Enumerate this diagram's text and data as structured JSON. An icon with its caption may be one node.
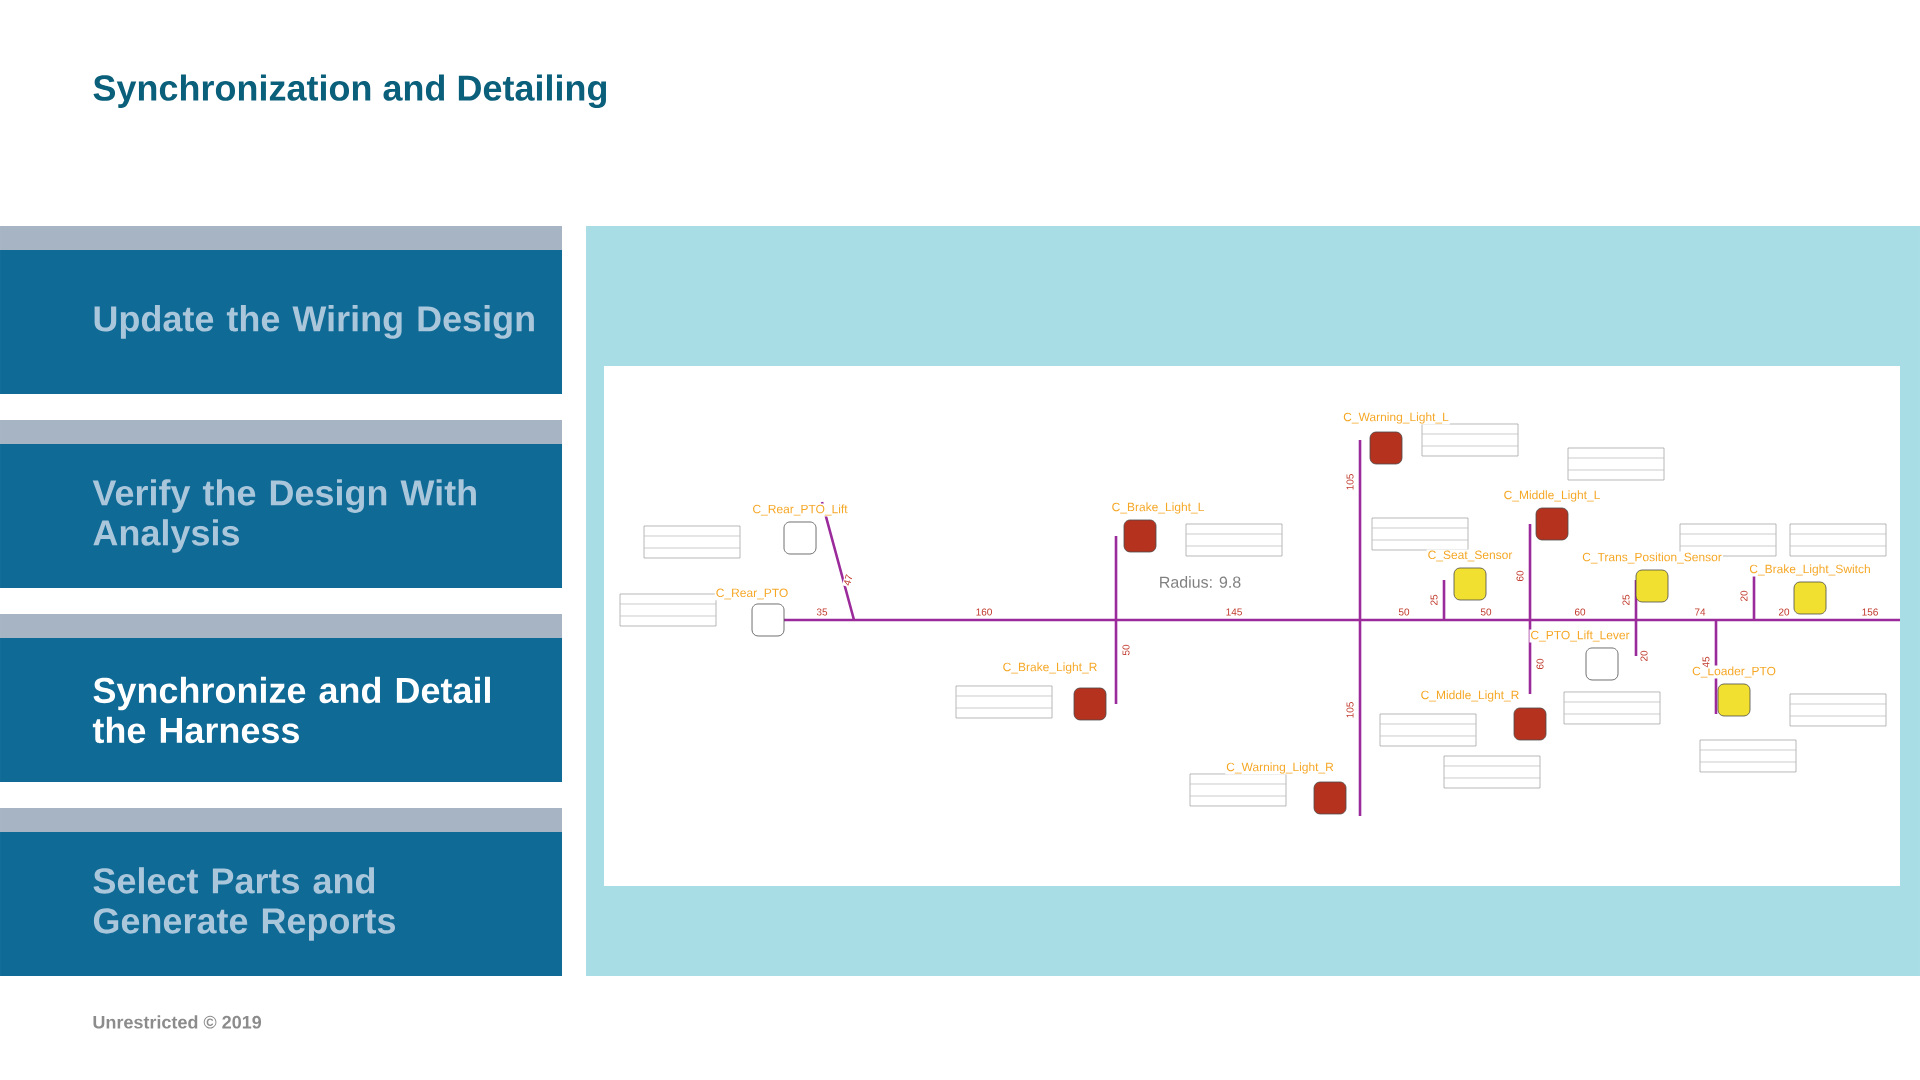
{
  "diagram": {
    "title": "Synchronization and Detailing",
    "nodes": [
      {
        "text": [
          "Update the Wiring Design"
        ]
      },
      {
        "text": [
          "Verify the Design With Analysis"
        ]
      },
      {
        "text": [
          "Synchronize and Detail the Harness"
        ]
      },
      {
        "text": [
          "Select Parts and Generate Reports"
        ]
      }
    ],
    "edges": [],
    "labels": [
      "C_Warning_Light_L",
      "C_Middle_Light_L",
      "C_Rear_PTO_Lift",
      "C_Brake_Light_L",
      "C_Seat_Sensor",
      "C_Trans_Position_Sensor",
      "C_Brake_Light_Switch",
      "C_Rear_PTO",
      "Radius: 9.8",
      "C_PTO_Lift_Lever",
      "C_Brake_Light_R",
      "C_Loader_PTO",
      "C_Middle_Light_R",
      "C_Warning_Light_R",
      "35",
      "160",
      "145",
      "50",
      "50",
      "60",
      "74",
      "20",
      "156",
      "47",
      "105",
      "25",
      "60",
      "25",
      "20",
      "50",
      "105",
      "60",
      "20",
      "45",
      "Unrestricted © 2019"
    ]
  }
}
